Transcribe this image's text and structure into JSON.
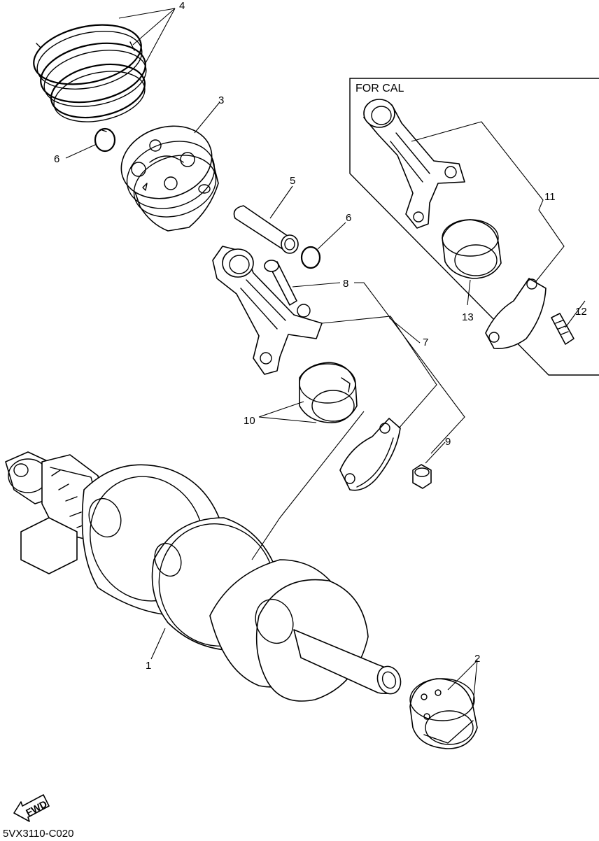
{
  "callouts": {
    "c1": "1",
    "c2": "2",
    "c3": "3",
    "c4": "4",
    "c5": "5",
    "c6a": "6",
    "c6b": "6",
    "c7": "7",
    "c8": "8",
    "c9": "9",
    "c10": "10",
    "c11": "11",
    "c12": "12",
    "c13": "13"
  },
  "variant_box": {
    "label": "FOR CAL"
  },
  "fwd_badge": {
    "label": "FWD"
  },
  "drawing_code": "5VX3110-C020",
  "icons": [
    "fwd-arrow-icon"
  ]
}
